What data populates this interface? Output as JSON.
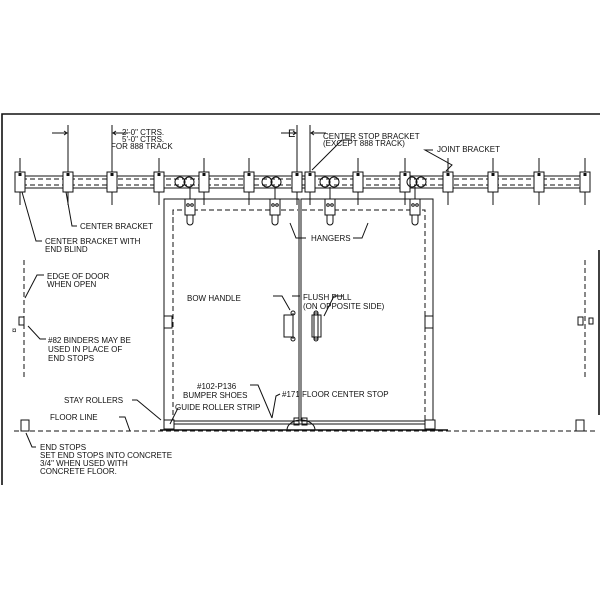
{
  "labels": {
    "spacing_1": "2'-0\" CTRS.",
    "spacing_2": "5'-0\" CTRS.",
    "spacing_3": "FOR 888 TRACK",
    "dim_e": "E",
    "center_stop_1": "CENTER STOP BRACKET",
    "center_stop_2": "(EXCEPT 888 TRACK)",
    "joint_bracket": "JOINT BRACKET",
    "center_bracket": "CENTER BRACKET",
    "center_bracket_blind_1": "CENTER BRACKET WITH",
    "center_bracket_blind_2": "END BLIND",
    "hangers": "HANGERS",
    "edge_door_1": "EDGE OF DOOR",
    "edge_door_2": "WHEN OPEN",
    "binders_1": "#82 BINDERS MAY BE",
    "binders_2": "USED IN PLACE OF",
    "binders_3": "END STOPS",
    "bow_handle": "BOW HANDLE",
    "flush_pull_1": "FLUSH PULL",
    "flush_pull_2": "(ON OPPOSITE SIDE)",
    "stay_rollers": "STAY ROLLERS",
    "floor_line": "FLOOR LINE",
    "bumper_1": "#102-P136",
    "bumper_2": "BUMPER SHOES",
    "guide_strip": "GUIDE ROLLER STRIP",
    "floor_center_stop": "#171 FLOOR CENTER STOP",
    "end_stops_1": "END STOPS",
    "end_stops_2": "SET END STOPS INTO CONCRETE",
    "end_stops_3": "3/4\" WHEN USED WITH",
    "end_stops_4": "CONCRETE FLOOR."
  },
  "colors": {
    "line": "#111111",
    "background": "#ffffff"
  }
}
